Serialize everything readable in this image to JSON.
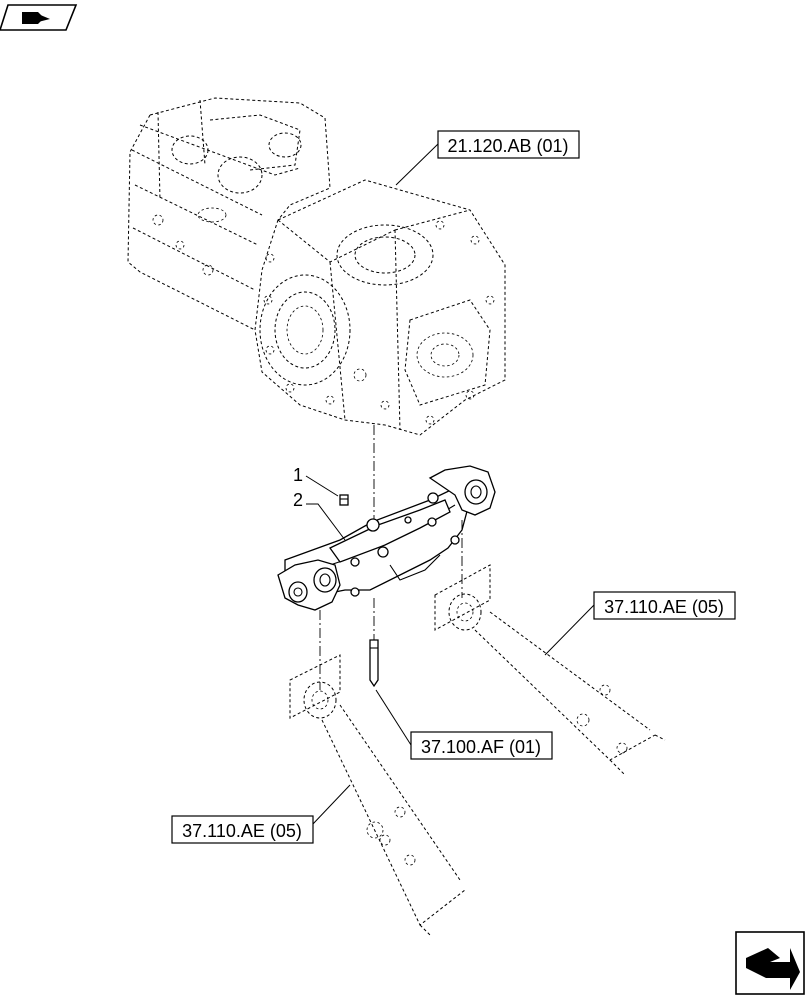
{
  "callouts": {
    "item_1": "1",
    "item_2": "2",
    "ref_transmission": "21.120.AB (01)",
    "ref_lower_link_right": "37.110.AE (05)",
    "ref_pin": "37.100.AF (01)",
    "ref_lower_link_left": "37.110.AE (05)"
  },
  "icons": {
    "top_left": "pencil-page-icon",
    "bottom_right": "next-page-arrow-icon"
  },
  "colors": {
    "line": "#000000",
    "background": "#ffffff"
  }
}
